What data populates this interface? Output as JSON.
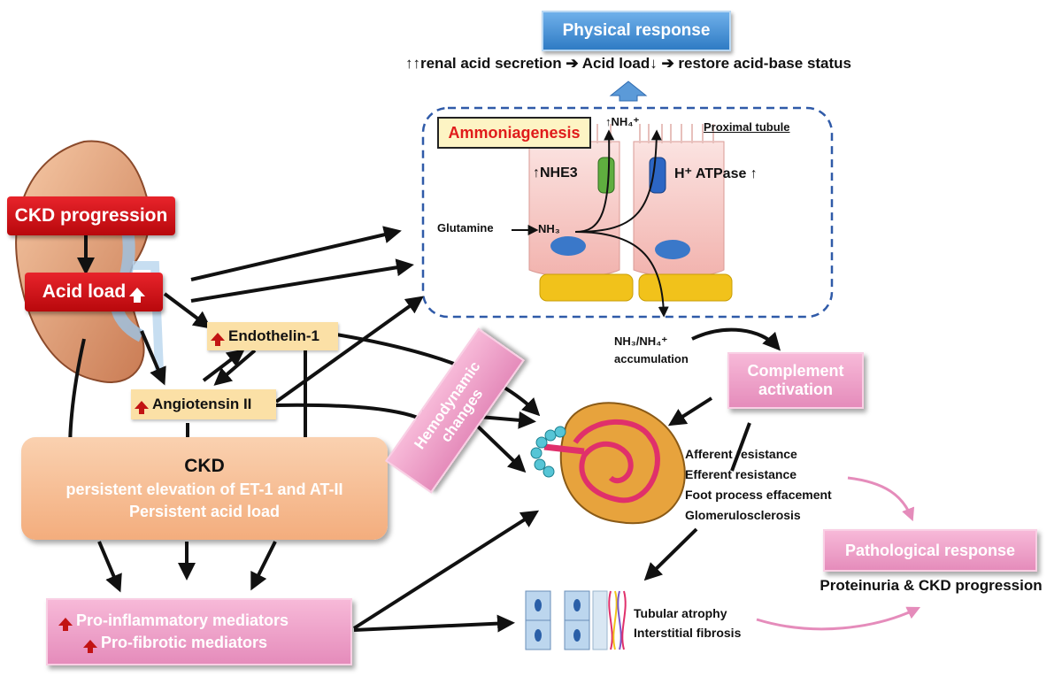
{
  "physical_response": {
    "title": "Physical response",
    "chain": "↑↑renal acid secretion ➔ Acid load↓ ➔ restore acid-base status"
  },
  "proximal_tubule": {
    "label": "Proximal tubule",
    "ammoniagenesis": "Ammoniagenesis",
    "nh4_out": "↑NH₄⁺",
    "nhe3": "↑NHE3",
    "h_atpase": "H⁺ ATPase ↑",
    "glutamine": "Glutamine",
    "nh3": "NH₃"
  },
  "left": {
    "ckd_progression": "CKD progression",
    "acid_load": "Acid load",
    "endothelin": "Endothelin-1",
    "angiotensin": "Angiotensin II"
  },
  "ckd_box": {
    "title": "CKD",
    "line1": "persistent elevation of  ET-1 and AT-II",
    "line2": "Persistent acid load"
  },
  "mediators": {
    "line1": "Pro-inflammatory mediators",
    "line2": "Pro-fibrotic mediators"
  },
  "hemodynamic": {
    "line1": "Hemodynamic",
    "line2": "changes"
  },
  "accumulation": {
    "line1": "NH₃/NH₄⁺",
    "line2": "accumulation"
  },
  "complement": {
    "line1": "Complement",
    "line2": "activation"
  },
  "glomerular_effects": [
    "Afferent resistance",
    "Efferent resistance",
    "Foot process effacement",
    "Glomerulosclerosis"
  ],
  "tubular_effects": [
    "Tubular atrophy",
    "Interstitial fibrosis"
  ],
  "pathological": {
    "title": "Pathological response",
    "outcome": "Proteinuria & CKD progression"
  },
  "colors": {
    "red_box": "#d3151b",
    "tan_box": "#fbe0a6",
    "ckd_box": "#f7bf95",
    "pink_box": "#eda0c8",
    "blue_header": "#3d8fd6",
    "dashed_border": "#2f5aa8"
  }
}
